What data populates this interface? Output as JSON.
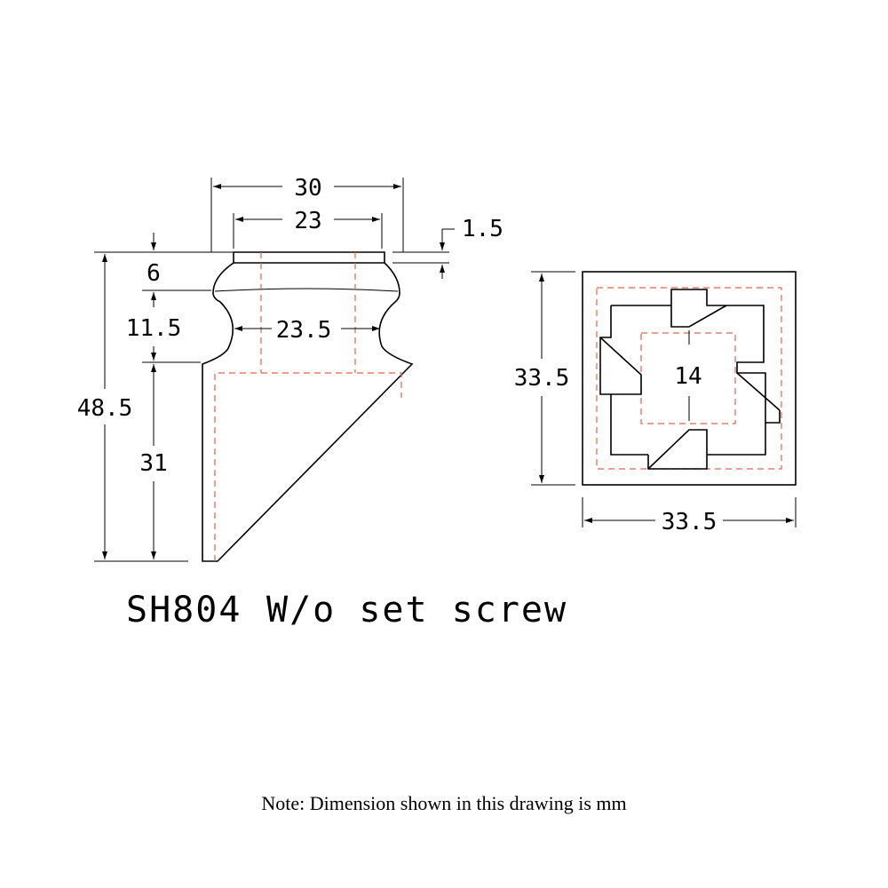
{
  "title": {
    "model": "SH804",
    "variant": "W/o set screw"
  },
  "note": "Note: Dimension shown in this drawing is mm",
  "side_view": {
    "dims": {
      "top_width": "30",
      "top_inner_width": "23",
      "top_cap_thickness": "1.5",
      "collar_height": "6",
      "neck_height": "11.5",
      "neck_width": "23.5",
      "overall_height": "48.5",
      "shoe_height": "31"
    }
  },
  "plan_view": {
    "dims": {
      "height": "33.5",
      "width": "33.5",
      "bore": "14"
    }
  },
  "colors": {
    "outline": "#000000",
    "hidden_lines": "#e8604a"
  }
}
